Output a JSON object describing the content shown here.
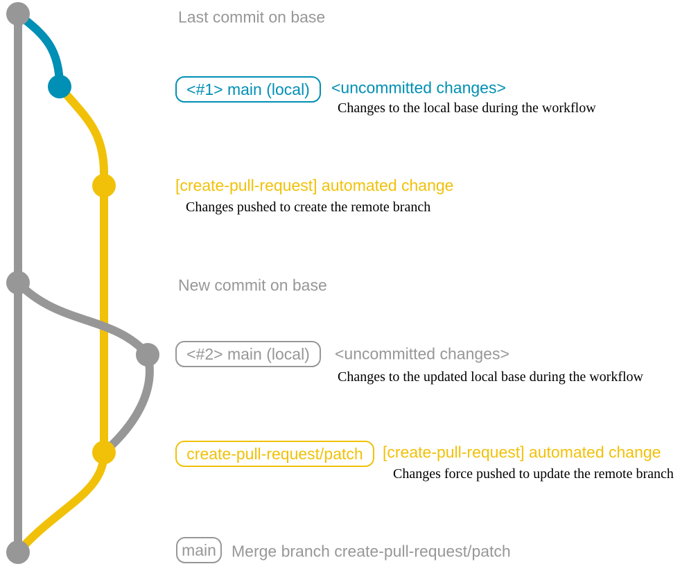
{
  "colors": {
    "gray": "#979797",
    "blue": "#008fb5",
    "yellow": "#f1c109",
    "caption": "#000000",
    "background": "#ffffff"
  },
  "diagram": {
    "description": "Git commit graph for the create-pull-request action workflow",
    "branches": [
      {
        "name": "base",
        "color": "#979797"
      },
      {
        "name": "main (local)",
        "color": "#008fb5"
      },
      {
        "name": "create-pull-request/patch",
        "color": "#f1c109"
      }
    ],
    "rows": [
      {
        "message": "Last commit on base"
      },
      {
        "branch_label": "<#1> main (local)",
        "message": "<uncommitted changes>",
        "caption": "Changes to the local base during the workflow"
      },
      {
        "message": "[create-pull-request] automated change",
        "caption": "Changes pushed to create the remote branch"
      },
      {
        "message": "New commit on base"
      },
      {
        "branch_label": "<#2> main (local)",
        "message": "<uncommitted changes>",
        "caption": "Changes to the updated local base during the workflow"
      },
      {
        "branch_label": "create-pull-request/patch",
        "message": "[create-pull-request] automated change",
        "caption": "Changes force pushed to update the remote branch"
      },
      {
        "branch_label": "main",
        "message": "Merge branch create-pull-request/patch"
      }
    ]
  }
}
